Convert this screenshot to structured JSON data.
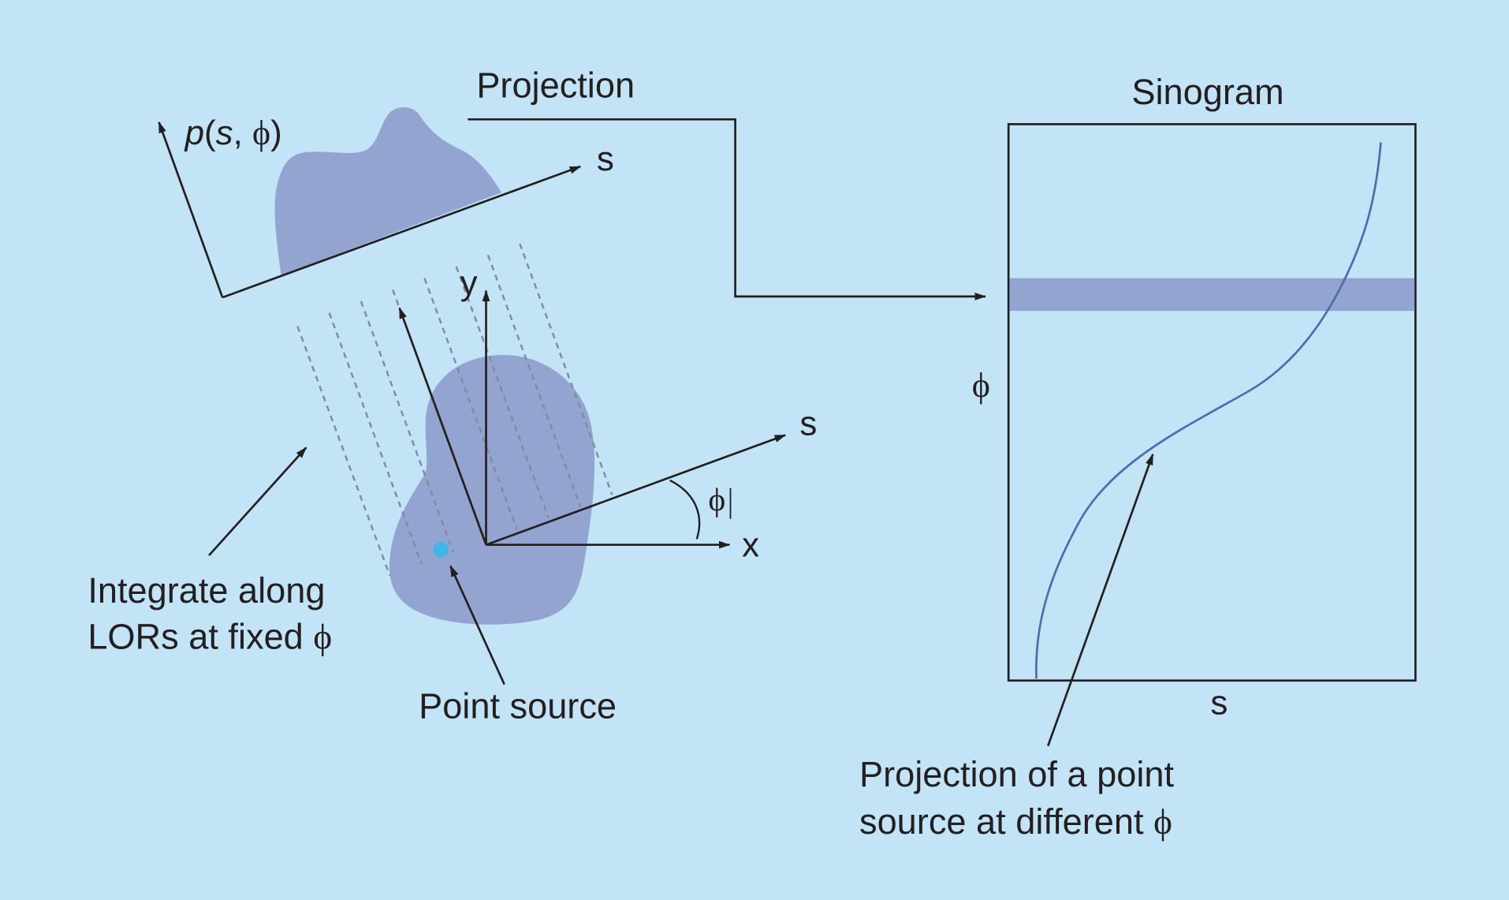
{
  "diagram": {
    "colors": {
      "background": "#c2e4f6",
      "object_fill": "#93a4d0",
      "curve": "#4d6cae",
      "point_source": "#3fb6e8",
      "ink": "#231f20",
      "lor_dash": "#7f8c9c"
    },
    "projection_label": "Projection",
    "sinogram_label": "Sinogram",
    "profile_axis_label": {
      "p": "p",
      "open": "(",
      "s": "s",
      "sep": ", ",
      "phi": "ϕ",
      "close": ")"
    },
    "profile_s_axis_label": "s",
    "y_axis_label": "y",
    "x_axis_label": "x",
    "rotated_s_axis_label": "s",
    "angle_label": "ϕ",
    "lor_note": {
      "line1": "Integrate along",
      "line2_text": "LORs at fixed ",
      "line2_symbol": "ϕ"
    },
    "point_source_label": "Point source",
    "sinogram_phi_axis_label": "ϕ",
    "sinogram_s_axis_label": "s",
    "sinogram_note": {
      "line1": "Projection of a point",
      "line2_text": "source at different ",
      "line2_symbol": "ϕ"
    }
  }
}
